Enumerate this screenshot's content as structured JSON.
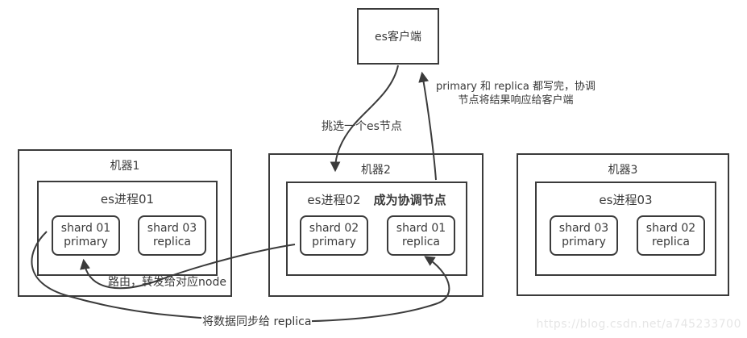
{
  "colors": {
    "stroke": "#3b3b3b",
    "text": "#3a3a3a",
    "watermark": "#e6e6e6",
    "background": "#ffffff"
  },
  "client": {
    "label": "es客户端"
  },
  "machines": [
    {
      "title": "机器1",
      "process": "es进程01",
      "shards": [
        {
          "name": "shard 01",
          "role": "primary"
        },
        {
          "name": "shard 03",
          "role": "replica"
        }
      ]
    },
    {
      "title": "机器2",
      "process": "es进程02",
      "note": "成为协调节点",
      "shards": [
        {
          "name": "shard 02",
          "role": "primary"
        },
        {
          "name": "shard 01",
          "role": "replica"
        }
      ]
    },
    {
      "title": "机器3",
      "process": "es进程03",
      "shards": [
        {
          "name": "shard 03",
          "role": "primary"
        },
        {
          "name": "shard 02",
          "role": "replica"
        }
      ]
    }
  ],
  "annotations": {
    "pick_node": "挑选一个es节点",
    "response_line1": "primary 和 replica 都写完，协调",
    "response_line2": "节点将结果响应给客户端",
    "route": "路由，转发给对应node",
    "sync": "将数据同步给 replica"
  },
  "watermark": "https://blog.csdn.net/a745233700"
}
